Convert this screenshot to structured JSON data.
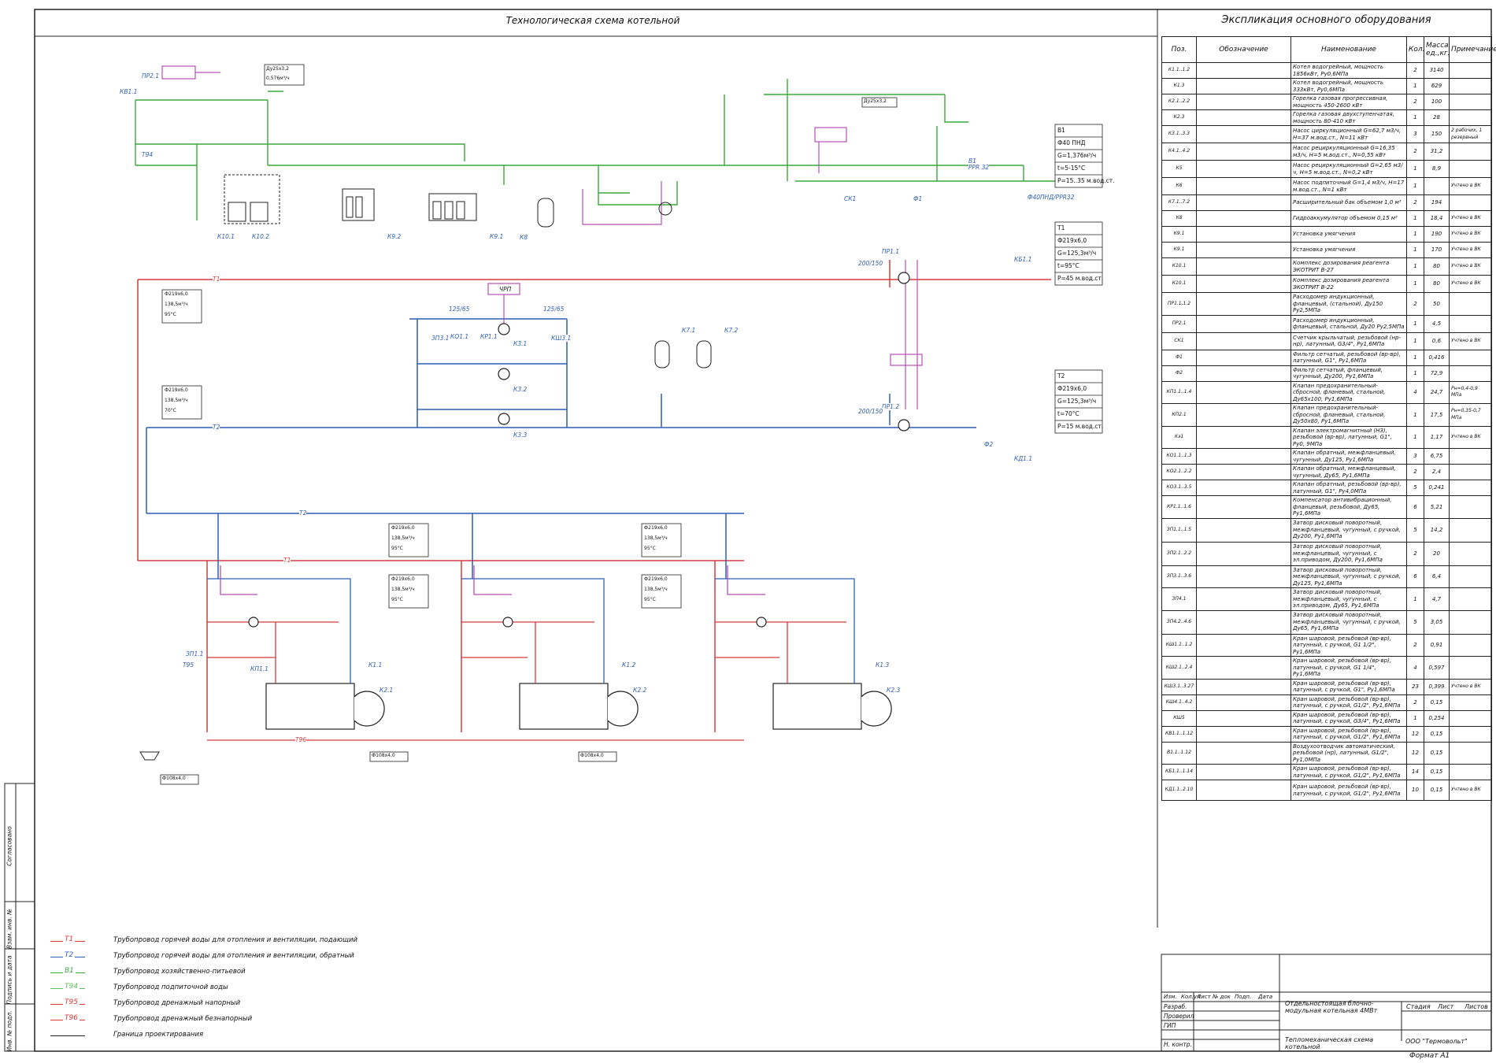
{
  "title": "Технологическая схема котельной",
  "specification": {
    "title": "Экспликация основного оборудования",
    "headers": {
      "pos": "Поз.",
      "designation": "Обозначение",
      "name": "Наименование",
      "qty": "Кол.",
      "mass": "Масса ед.,кг.",
      "note": "Примечание"
    },
    "rows": [
      {
        "pos": "К1.1..1.2",
        "name": "Котел водогрейный, мощность 1856кВт, Ру0,6МПа",
        "qty": "2",
        "mass": "3140",
        "note": ""
      },
      {
        "pos": "К1.3",
        "name": "Котел водогрейный, мощность 333кВт, Ру0,6МПа",
        "qty": "1",
        "mass": "629",
        "note": ""
      },
      {
        "pos": "К2.1..2.2",
        "name": "Горелка газовая прогрессивная, мощность 450-2600 кВт",
        "qty": "2",
        "mass": "100",
        "note": ""
      },
      {
        "pos": "К2.3",
        "name": "Горелка газовая двухступенчатая, мощность 80-410 кВт",
        "qty": "1",
        "mass": "28",
        "note": ""
      },
      {
        "pos": "К3.1..3.3",
        "name": "Насос циркуляционный G=62,7 м3/ч, H=37 м.вод.ст., N=11 кВт",
        "qty": "3",
        "mass": "150",
        "note": "2 рабочих, 1 резервный"
      },
      {
        "pos": "К4.1..4.2",
        "name": "Насос рециркуляционный G=16,35 м3/ч, H=5 м.вод.ст., N=0,55 кВт",
        "qty": "2",
        "mass": "31,2",
        "note": ""
      },
      {
        "pos": "К5",
        "name": "Насос рециркуляционный G=2,65 м3/ч, H=5 м.вод.ст., N=0,2 кВт",
        "qty": "1",
        "mass": "8,9",
        "note": ""
      },
      {
        "pos": "К6",
        "name": "Насос подпиточный G=1,4 м3/ч, H=17 м.вод.ст., N=1 кВт",
        "qty": "1",
        "mass": "",
        "note": "Учтено в ВК"
      },
      {
        "pos": "К7.1..7.2",
        "name": "Расширительный бак объемом 1,0 м³",
        "qty": "2",
        "mass": "194",
        "note": ""
      },
      {
        "pos": "К8",
        "name": "Гидроаккумулятор объемом 0,15 м³",
        "qty": "1",
        "mass": "18,4",
        "note": "Учтено в ВК"
      },
      {
        "pos": "К9.1",
        "name": "Установка умягчения",
        "qty": "1",
        "mass": "190",
        "note": "Учтено в ВК"
      },
      {
        "pos": "К9.1",
        "name": "Установка умягчения",
        "qty": "1",
        "mass": "170",
        "note": "Учтено в ВК"
      },
      {
        "pos": "К10.1",
        "name": "Комплекс дозирования реагента ЭКОТРИТ В-27",
        "qty": "1",
        "mass": "80",
        "note": "Учтено в ВК"
      },
      {
        "pos": "К10.1",
        "name": "Комплекс дозирования реагента ЭКОТРИТ В-22",
        "qty": "1",
        "mass": "80",
        "note": "Учтено в ВК"
      },
      {
        "pos": "ПР1.1,1.2",
        "name": "Расходомер индукционный, фланцевый, (стальной), Ду150 Ру2,5МПа",
        "qty": "2",
        "mass": "50",
        "note": ""
      },
      {
        "pos": "ПР2.1",
        "name": "Расходомер индукционный, фланцевый, стальной, Ду20 Ру2,5МПа",
        "qty": "1",
        "mass": "4,5",
        "note": ""
      },
      {
        "pos": "СК1",
        "name": "Счетчик крыльчатый, резьбовой (нр-нр), латунный, G3/4\", Ру1,6МПа",
        "qty": "1",
        "mass": "0,6",
        "note": "Учтено в ВК"
      },
      {
        "pos": "Ф1",
        "name": "Фильтр сетчатый, резьбовой (вр-вр), латунный, G1\", Ру1,6МПа",
        "qty": "1",
        "mass": "0,416",
        "note": ""
      },
      {
        "pos": "Ф2",
        "name": "Фильтр сетчатый, фланцевый, чугунный, Ду200, Ру1,6МПа",
        "qty": "1",
        "mass": "72,9",
        "note": ""
      },
      {
        "pos": "КП1.1..1.4",
        "name": "Клапан предохранительный-сбросной, фланевый, стальной, Ду65х100, Ру1,6МПа",
        "qty": "4",
        "mass": "24,7",
        "note": "Рн=0,4-0,9 МПа"
      },
      {
        "pos": "КП2.1",
        "name": "Клапан предохранительный-сбросной, фланевый, стальной, Ду50х80, Ру1,6МПа",
        "qty": "1",
        "mass": "17,5",
        "note": "Рн=0,35-0,7 МПа"
      },
      {
        "pos": "Кэ1",
        "name": "Клапан электромагнитный (НЗ), резьбовой (вр-вр), латунный, G1\", Ру0, 9МПа",
        "qty": "1",
        "mass": "1,17",
        "note": "Учтено в ВК"
      },
      {
        "pos": "КО1.1..1.3",
        "name": "Клапан обратный, межфланцевый, чугунный, Ду125, Ру1,6МПа",
        "qty": "3",
        "mass": "6,75",
        "note": ""
      },
      {
        "pos": "КО2.1..2.2",
        "name": "Клапан обратный, межфланцевый, чугунный, Ду65, Ру1,6МПа",
        "qty": "2",
        "mass": "2,4",
        "note": ""
      },
      {
        "pos": "КО3.1..3.5",
        "name": "Клапан обратный, резьбовой (вр-вр), латунный, G1\", Ру4,0МПа",
        "qty": "5",
        "mass": "0,241",
        "note": ""
      },
      {
        "pos": "КР1.1..1.6",
        "name": "Компенсатор антивибрационный, фланцевый, резьбовой, Ду65, Ру1,6МПа",
        "qty": "6",
        "mass": "5,21",
        "note": ""
      },
      {
        "pos": "ЗП1.1..1.5",
        "name": "Затвор дисковый поворотный, межфланцевый, чугунный, с ручкой, Ду200, Ру1,6МПа",
        "qty": "5",
        "mass": "14,2",
        "note": ""
      },
      {
        "pos": "ЗП2.1..2.2",
        "name": "Затвор дисковый поворотный, межфланцевый, чугунный, с эл.приводом, Ду200, Ру1,6МПа",
        "qty": "2",
        "mass": "20",
        "note": ""
      },
      {
        "pos": "ЗП3.1..3.6",
        "name": "Затвор дисковый поворотный, межфланцевый, чугунный, с ручкой, Ду125, Ру1,6МПа",
        "qty": "6",
        "mass": "6,4",
        "note": ""
      },
      {
        "pos": "ЗП4.1",
        "name": "Затвор дисковый поворотный, межфланцевый, чугунный, с эл.приводом, Ду65, Ру1,6МПа",
        "qty": "1",
        "mass": "4,7",
        "note": ""
      },
      {
        "pos": "ЗП4.2..4.6",
        "name": "Затвор дисковый поворотный, межфланцевый, чугунный, с ручкой, Ду65, Ру1,6МПа",
        "qty": "5",
        "mass": "3,05",
        "note": ""
      },
      {
        "pos": "КШ1.1..1.2",
        "name": "Кран шаровой, резьбовой (вр-вр), латунный, с ручкой, G1 1/2\", Ру1,6МПа",
        "qty": "2",
        "mass": "0,91",
        "note": ""
      },
      {
        "pos": "КШ2.1..2.4",
        "name": "Кран шаровой, резьбовой (вр-вр), латунный, с ручкой, G1 1/4\", Ру1,6МПа",
        "qty": "4",
        "mass": "0,597",
        "note": ""
      },
      {
        "pos": "КШ3.1..3.27",
        "name": "Кран шаровой, резьбовой (вр-вр), латунный, с ручкой, G1\", Ру1,6МПа",
        "qty": "23",
        "mass": "0,399",
        "note": "Учтено в ВК"
      },
      {
        "pos": "КШ4.1..4.2",
        "name": "Кран шаровой, резьбовой (вр-вр), латунный, с ручкой, G1/2\", Ру1,6МПа",
        "qty": "2",
        "mass": "0,15",
        "note": ""
      },
      {
        "pos": "КШ5",
        "name": "Кран шаровой, резьбовой (вр-вр), латунный, с ручкой, G3/4\", Ру1,6МПа",
        "qty": "1",
        "mass": "0,254",
        "note": ""
      },
      {
        "pos": "КВ1.1..1.12",
        "name": "Кран шаровой, резьбовой (вр-вр), латунный, с ручкой, G1/2\", Ру1,6МПа",
        "qty": "12",
        "mass": "0,15",
        "note": ""
      },
      {
        "pos": "В1.1..1.12",
        "name": "Воздухоотводчик автоматический, резьбовой (нр), латунный, G1/2\", Ру1,0МПа",
        "qty": "12",
        "mass": "0,15",
        "note": ""
      },
      {
        "pos": "КБ1.1..1.14",
        "name": "Кран шаровой, резьбовой (вр-вр), латунный, с ручкой, G1/2\", Ру1,6МПа",
        "qty": "14",
        "mass": "0,15",
        "note": ""
      },
      {
        "pos": "КД1.1..2.10",
        "name": "Кран шаровой, резьбовой (вр-вр), латунный, с ручкой, G1/2\", Ру1,6МПа",
        "qty": "10",
        "mass": "0,15",
        "note": "Учтено в ВК"
      }
    ]
  },
  "legend": [
    {
      "code": "Т1",
      "text": "Трубопровод горячей воды для отопления и вентиляции, подающий",
      "color": "#d83a3a"
    },
    {
      "code": "Т2",
      "text": "Трубопровод горячей воды для отопления и вентиляции, обратный",
      "color": "#2c5fb6"
    },
    {
      "code": "В1",
      "text": "Трубопровод хозяйственно-питьевой",
      "color": "#3aa83a"
    },
    {
      "code": "Т94",
      "text": "Трубопровод подпиточной воды",
      "color": "#5cc15c"
    },
    {
      "code": "Т95",
      "text": "Трубопровод дренажный напорный",
      "color": "#d83a3a"
    },
    {
      "code": "Т96",
      "text": "Трубопровод дренажный безнапорный",
      "color": "#d83a3a"
    },
    {
      "code": "",
      "text": "Граница проектирования",
      "color": "#222"
    }
  ],
  "param_boxes": {
    "b1": [
      "В1",
      "Ф40 ПНД",
      "G=1,376м³/ч",
      "t=5-15°С",
      "P=15..35 м.вод.ст."
    ],
    "t1": [
      "Т1",
      "Ф219х6,0",
      "G=125,3м³/ч",
      "t=95°С",
      "P=45 м.вод.ст."
    ],
    "t2": [
      "Т2",
      "Ф219х6,0",
      "G=125,3м³/ч",
      "t=70°С",
      "P=15 м.вод.ст."
    ],
    "supply_small": [
      "Ф219х6,0",
      "138,5м³/ч",
      "95°С"
    ],
    "return_small": [
      "Ф219х6,0",
      "138,5м³/ч",
      "70°С"
    ],
    "boiler_small": [
      "Ф219х6,0",
      "138,5м³/ч",
      "95°С"
    ],
    "drain": "Ф108х4,0",
    "dn": "Ду25х3,2",
    "flow": "0,576м³/ч"
  },
  "labels": {
    "t1": "Т1",
    "t2": "Т2",
    "t96": "Т96",
    "t95": "Т95",
    "t94": "Т94",
    "k1": "К1.1",
    "k2": "К1.2",
    "k3": "К1.3",
    "k21": "К2.1",
    "k22": "К2.2",
    "k23": "К2.3",
    "k31": "К3.1",
    "k32": "К3.2",
    "k33": "К3.3",
    "k71": "К7.1",
    "k72": "К7.2",
    "k8": "К8",
    "k91": "К9.1",
    "k92": "К9.2",
    "k101": "К10.1",
    "k102": "К10.2",
    "pr11": "ПР1.1",
    "pr12": "ПР1.2",
    "pr21": "ПР2.1",
    "sk1": "СК1",
    "f1": "Ф1",
    "f2": "Ф2",
    "dn200": "200/150",
    "dn125": "125/65",
    "b1": "В1",
    "ppr32": "PPR 32",
    "pnd": "Ф40ПНД/PPR32",
    "ksh": "КШ3.1",
    "kd": "КД1.1",
    "kv": "КВ1.1",
    "kb": "КБ1.1",
    "zp": "ЗП1.1",
    "zp3": "ЗП3.1",
    "kr": "КР1.1",
    "ko": "КО1.1",
    "kp": "КП1.1",
    "dose": "ЧРП"
  },
  "titleblock": {
    "stages": [
      "Стадия",
      "Лист",
      "Листов"
    ],
    "roles": [
      "Изм.",
      "Кол.уч",
      "Лист",
      "№ док",
      "Подп.",
      "Дата"
    ],
    "people": [
      "Разраб.",
      "Проверил",
      "ГИП",
      "",
      "Н. контр."
    ],
    "object": "Отдельностоящая блочно-модульная котельная 4МВт",
    "sheet": "Тепломеханическая схема котельной",
    "company": "ООО \"Термовольт\"",
    "format": "Формат А1"
  },
  "stamp": [
    "Согласовано",
    "Взам. инв. №",
    "Подпись и дата",
    "Инв. № подл."
  ]
}
